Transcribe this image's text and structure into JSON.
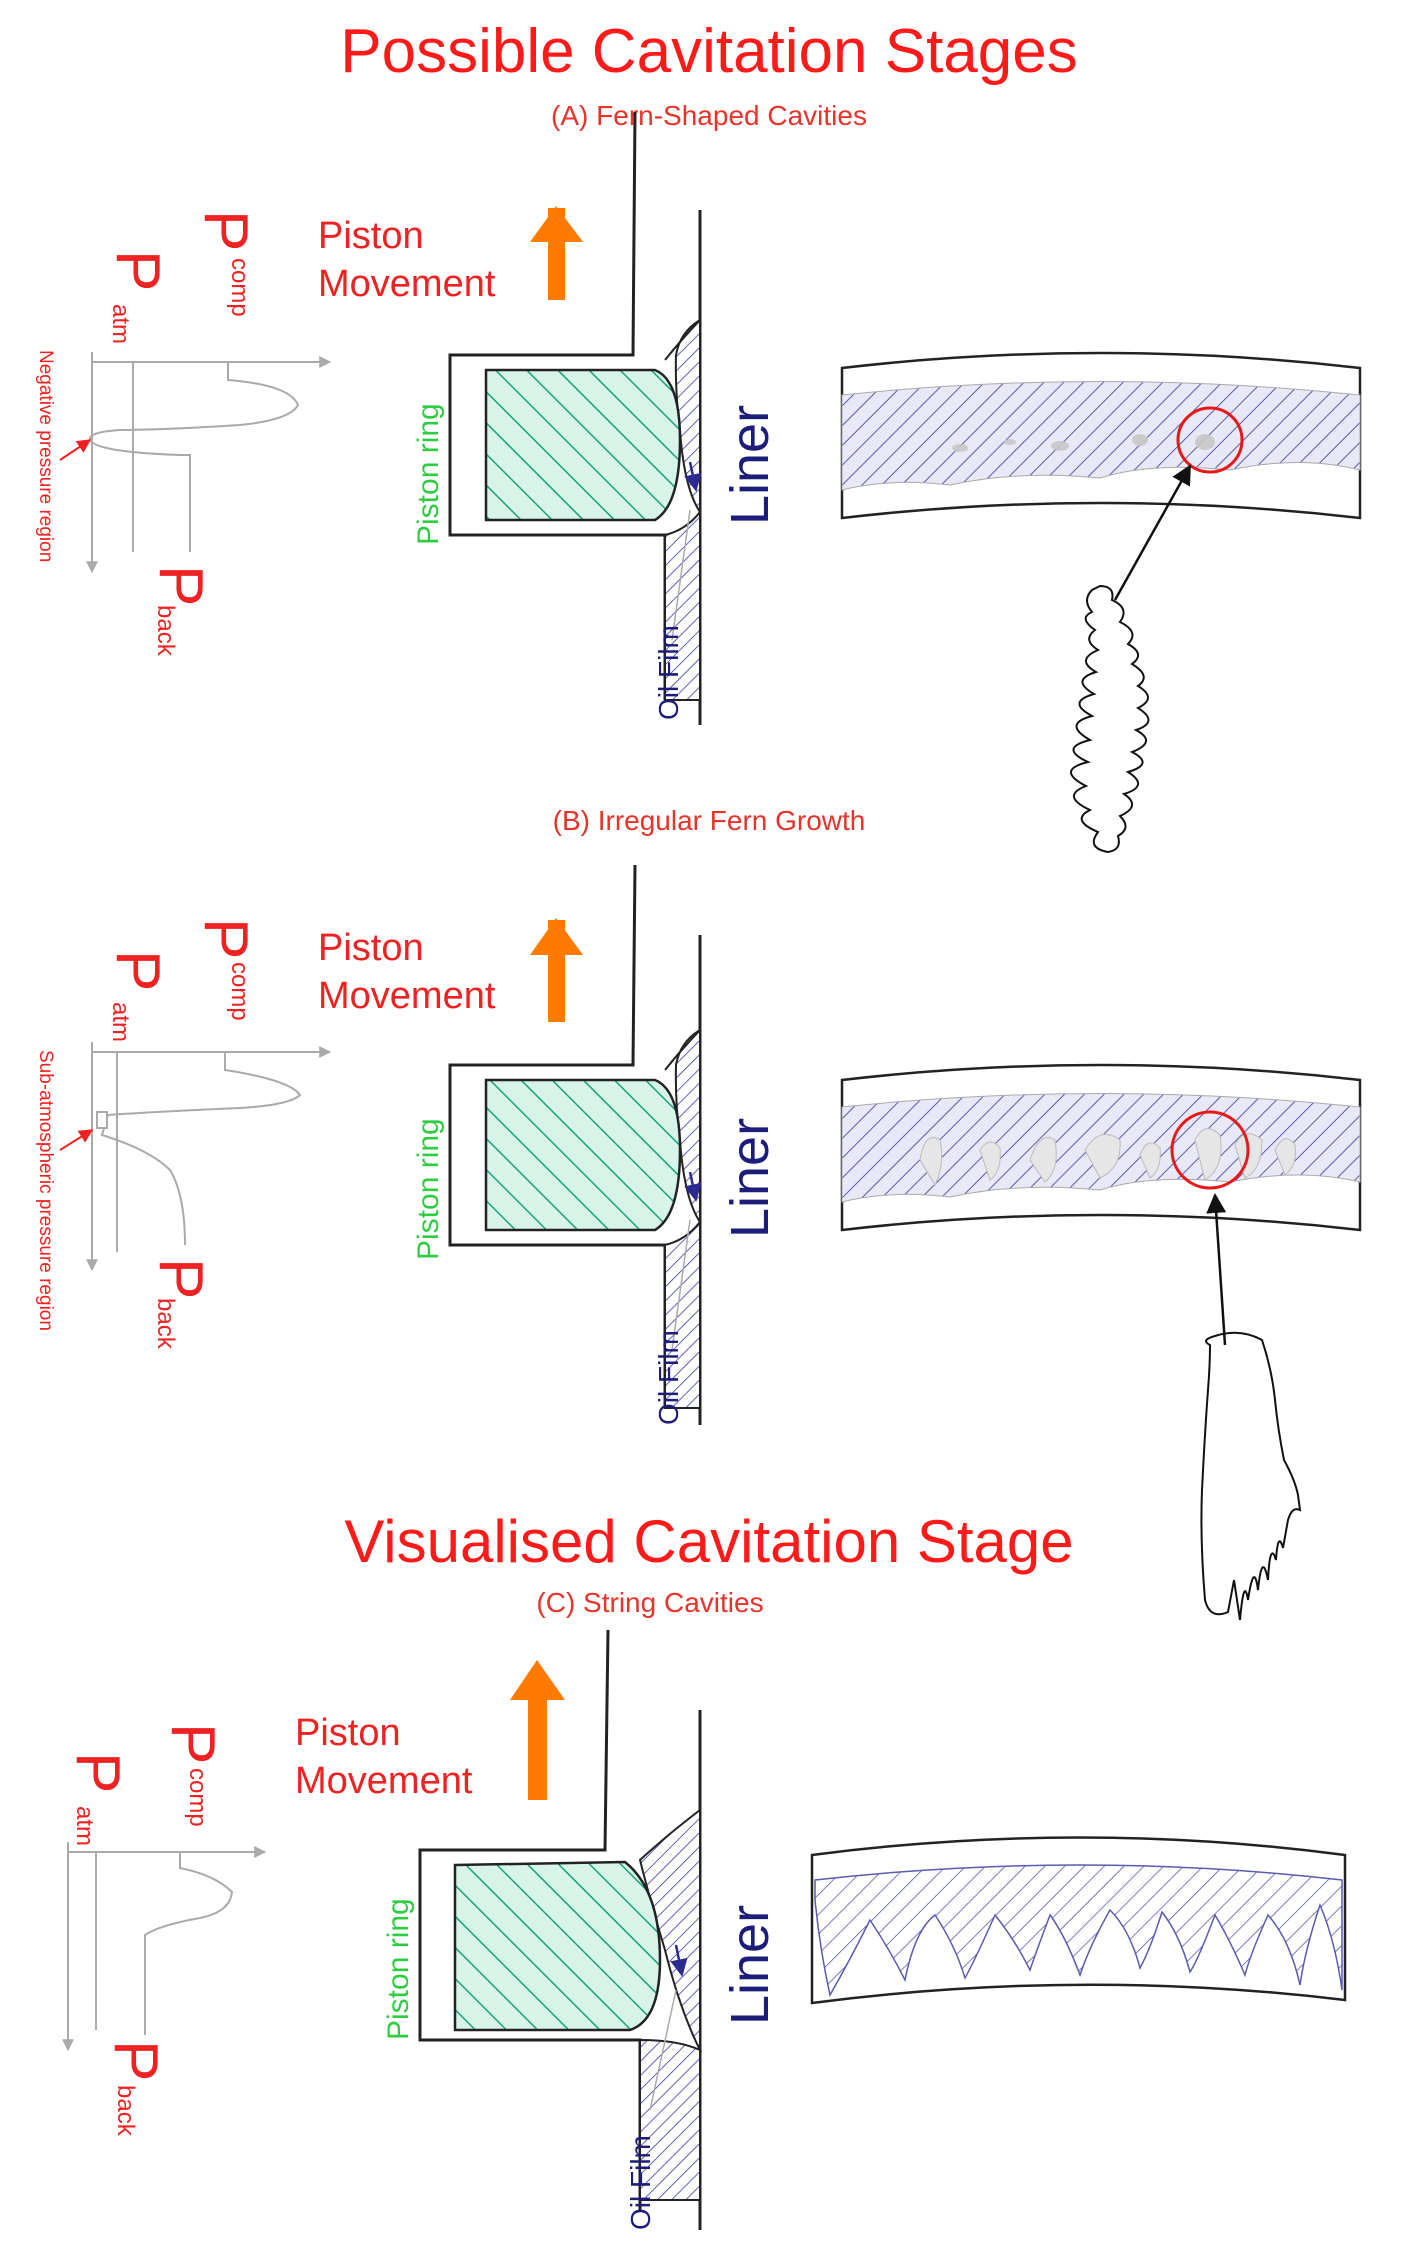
{
  "title_top": "Possible Cavitation Stages",
  "title_mid": "Visualised Cavitation Stage",
  "labels": {
    "piston_movement_line1": "Piston",
    "piston_movement_line2": "Movement",
    "piston_ring": "Piston ring",
    "liner": "Liner",
    "oil_film": "Oil Film",
    "p": "P",
    "comp": "comp",
    "atm": "atm",
    "back": "back"
  },
  "stages": [
    {
      "id": "A",
      "caption": "(A) Fern-Shaped Cavities",
      "pressure_note": "Negative pressure region"
    },
    {
      "id": "B",
      "caption": "(B) Irregular Fern Growth",
      "pressure_note": "Sub-atmospheric pressure region"
    },
    {
      "id": "C",
      "caption": "(C) String Cavities",
      "pressure_note": ""
    }
  ],
  "colors": {
    "title": "#ff1a1a",
    "caption": "#e8322a",
    "pressure_label": "#ee2222",
    "arrow": "#ff7a00",
    "piston_ring_label": "#2ecc40",
    "ring_fill": "#d8f3e8",
    "ring_hatch": "#16a37c",
    "liner_label": "#1c1c7a",
    "oil_hatch": "#3a3aa8",
    "liner_hatch": "#5a5ab0",
    "circle": "#e81818",
    "graph_line": "#aaaaaa"
  }
}
